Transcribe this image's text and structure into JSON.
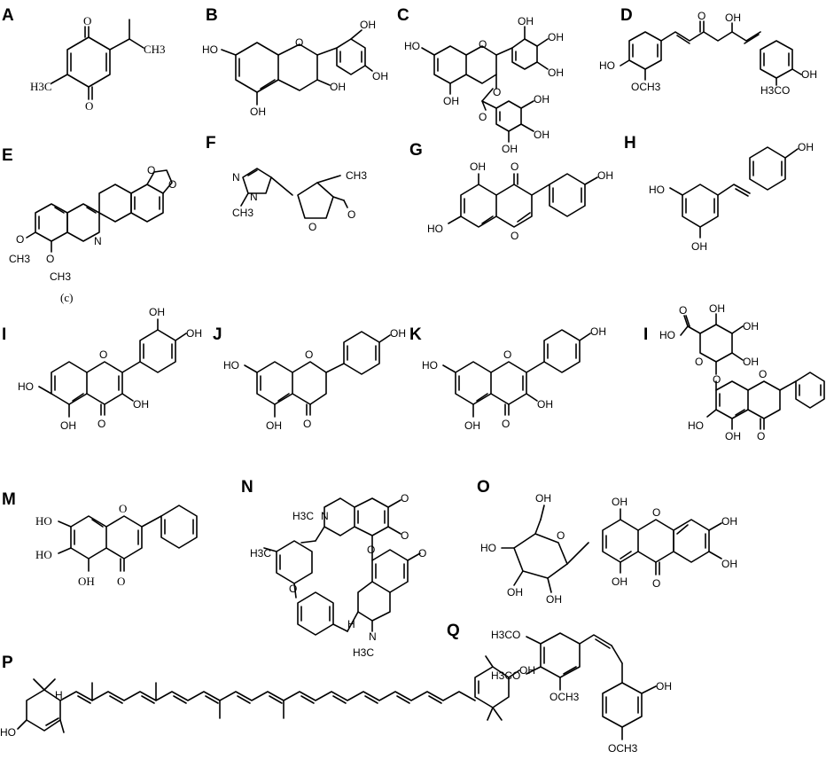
{
  "panels": [
    {
      "letter": "A",
      "labels": {
        "h3c": "H3C",
        "ch3": "CH3",
        "o1": "O",
        "o2": "O"
      }
    },
    {
      "letter": "B",
      "labels": {
        "ho1": "HO",
        "oh1": "OH",
        "oh2": "OH",
        "oh3": "OH",
        "oh4": "OH",
        "o": "O"
      }
    },
    {
      "letter": "C",
      "labels": {
        "ho": "HO",
        "oh": "OH",
        "o": "O"
      }
    },
    {
      "letter": "D",
      "labels": {
        "ho": "HO",
        "och3": "OCH3",
        "h3co": "H3CO",
        "oh1": "OH",
        "oh2": "OH",
        "o": "O"
      }
    },
    {
      "letter": "E",
      "labels": {
        "n": "N",
        "o": "O",
        "ch3": "CH3",
        "c": "(c)"
      }
    },
    {
      "letter": "F",
      "labels": {
        "n": "N",
        "ch3": "CH3",
        "o": "O"
      }
    },
    {
      "letter": "G",
      "labels": {
        "oh": "OH",
        "ho": "HO",
        "o": "O"
      }
    },
    {
      "letter": "H",
      "labels": {
        "oh": "OH",
        "ho": "HO"
      }
    },
    {
      "letter": "I",
      "labels": {
        "oh": "OH",
        "ho": "HO",
        "o": "O"
      }
    },
    {
      "letter": "J",
      "labels": {
        "oh": "OH",
        "ho": "HO",
        "o": "O"
      }
    },
    {
      "letter": "K",
      "labels": {
        "oh": "OH",
        "ho": "HO",
        "o": "O"
      }
    },
    {
      "letter": "I",
      "labels": {
        "oh": "OH",
        "ho": "HO",
        "o": "O"
      }
    },
    {
      "letter": "M",
      "labels": {
        "ho": "HO",
        "oh": "OH",
        "o": "O"
      }
    },
    {
      "letter": "N",
      "labels": {
        "h3c": "H3C",
        "n": "N",
        "o": "O",
        "h": "H"
      }
    },
    {
      "letter": "O",
      "labels": {
        "oh": "OH",
        "ho": "HO",
        "o": "O"
      }
    },
    {
      "letter": "P",
      "labels": {
        "ho": "HO",
        "oh": "OH",
        "h": "H"
      }
    },
    {
      "letter": "Q",
      "labels": {
        "h3co": "H3CO",
        "och3": "OCH3",
        "oh": "OH"
      }
    }
  ]
}
